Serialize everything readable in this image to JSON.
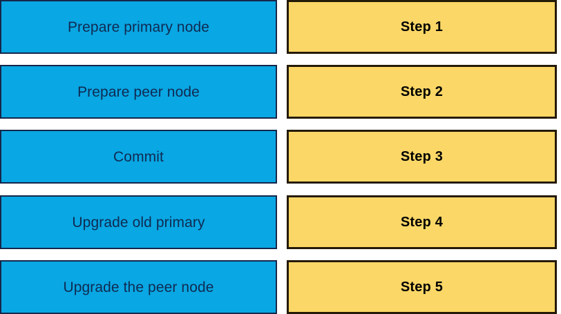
{
  "diagram": {
    "type": "two-column-step-table",
    "colors": {
      "task_fill": "#09A7E3",
      "task_border": "#15274A",
      "task_text": "#102A52",
      "step_fill": "#FBD767",
      "step_border": "#241A08",
      "step_text": "#000000",
      "background": "#FFFFFF"
    },
    "rows": [
      {
        "task": "Prepare primary node",
        "step": "Step 1"
      },
      {
        "task": "Prepare peer node",
        "step": "Step 2"
      },
      {
        "task": "Commit",
        "step": "Step 3"
      },
      {
        "task": "Upgrade old primary",
        "step": "Step 4"
      },
      {
        "task": "Upgrade the peer node",
        "step": "Step 5"
      }
    ]
  }
}
